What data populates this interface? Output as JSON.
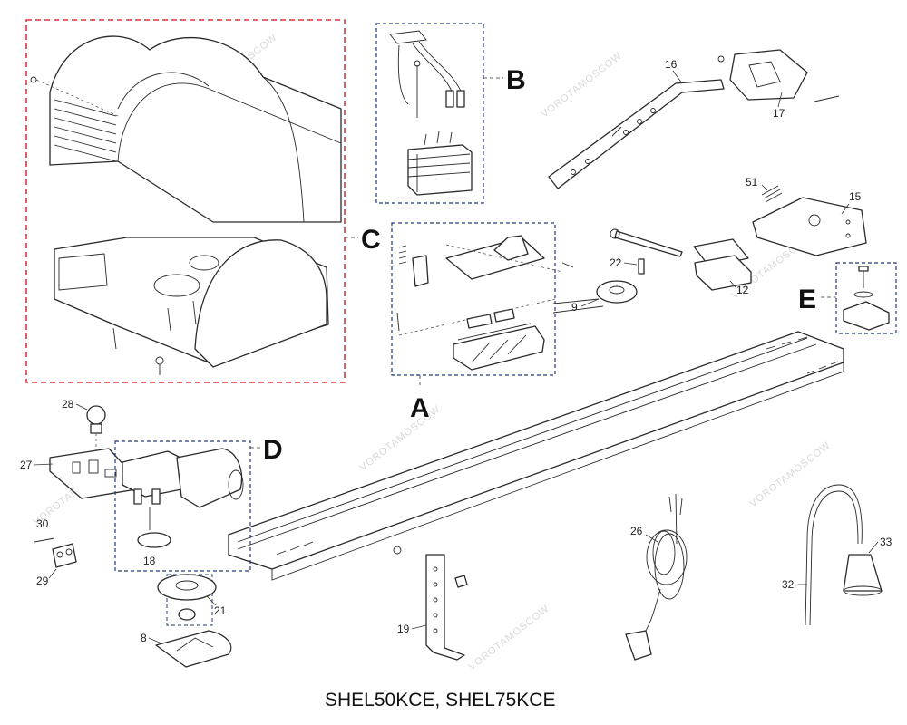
{
  "diagram": {
    "title": "SHEL50KCE, SHEL75KCE",
    "group_labels": {
      "A": "A",
      "B": "B",
      "C": "C",
      "D": "D",
      "E": "E"
    },
    "part_numbers": {
      "p8": "8",
      "p9": "9",
      "p12": "12",
      "p15": "15",
      "p16": "16",
      "p17": "17",
      "p18": "18",
      "p19": "19",
      "p21": "21",
      "p22": "22",
      "p26": "26",
      "p27": "27",
      "p28": "28",
      "p29": "29",
      "p30": "30",
      "p32": "32",
      "p33": "33",
      "p51": "51"
    },
    "watermark": "VOROTAMOSCOW",
    "colors": {
      "group_c_border": "#d9363e",
      "group_border": "#1f3a78",
      "line": "#2a2a2a"
    }
  }
}
